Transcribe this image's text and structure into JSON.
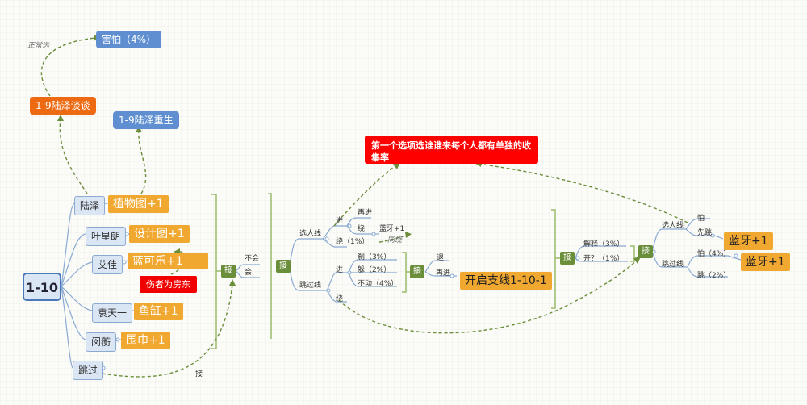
{
  "nodes": {
    "scared": "害怕（4%）",
    "normal_choice": "正常选",
    "luze_talk": "1-9陆泽谈谈",
    "luze_rebirth": "1-9陆泽重生",
    "root": "1-10",
    "luze": "陆泽",
    "plant_pic": "植物图+1",
    "ye_xinglang": "叶星朗",
    "design_pic": "设计图+1",
    "ai_jia": "艾佳",
    "blue_cola": "蓝可乐+1",
    "hurt_landlord": "伤者为房东",
    "yuan_tianyi": "袁天一",
    "fish_bait": "鱼缸+1",
    "min_heng": "闵蘅",
    "scarf": "围巾+1",
    "skip": "跳过",
    "connect_label": "接",
    "junction1": "接",
    "not_know": "不会",
    "know": "会",
    "junction2": "接",
    "choose_line": "选人线",
    "skip_line": "跳过线",
    "enter1": "进",
    "enter_again": "再进",
    "detour1": "绕",
    "bluetooth_small": "蓝牙+1",
    "same_as_above": "同绕",
    "detour_pct": "绕（1%）",
    "enter2": "进",
    "stop_pct": "刹（3%）",
    "hide_pct": "躲（2%）",
    "still_pct": "不动（4%）",
    "junction3": "接",
    "retreat": "退",
    "enter_again2": "再进",
    "branch_open": "开启支线1-10-1",
    "detour2": "绕",
    "note_red": "第一个选项选谁谁来每个人都有单独的收集率",
    "junction4": "接",
    "explain_pct": "解释（3%）",
    "open_pct": "开？（1%）",
    "junction5": "接",
    "choose_line2": "选人线",
    "fear": "怕",
    "jump_first": "先跳",
    "bluetooth_big1": "蓝牙+1",
    "skip_line2": "跳过线",
    "fear_pct": "怕（4%）",
    "jump_pct": "跳（2%）",
    "bluetooth_big2": "蓝牙+1"
  },
  "colors": {
    "primary_blue": "#5f8fd0",
    "orange": "#ee6a12",
    "gold": "#f0a830",
    "red": "#ff0000",
    "green": "#6a8e3a",
    "dashed_green": "#6a8e3a",
    "line_blue": "#8aaad2"
  }
}
